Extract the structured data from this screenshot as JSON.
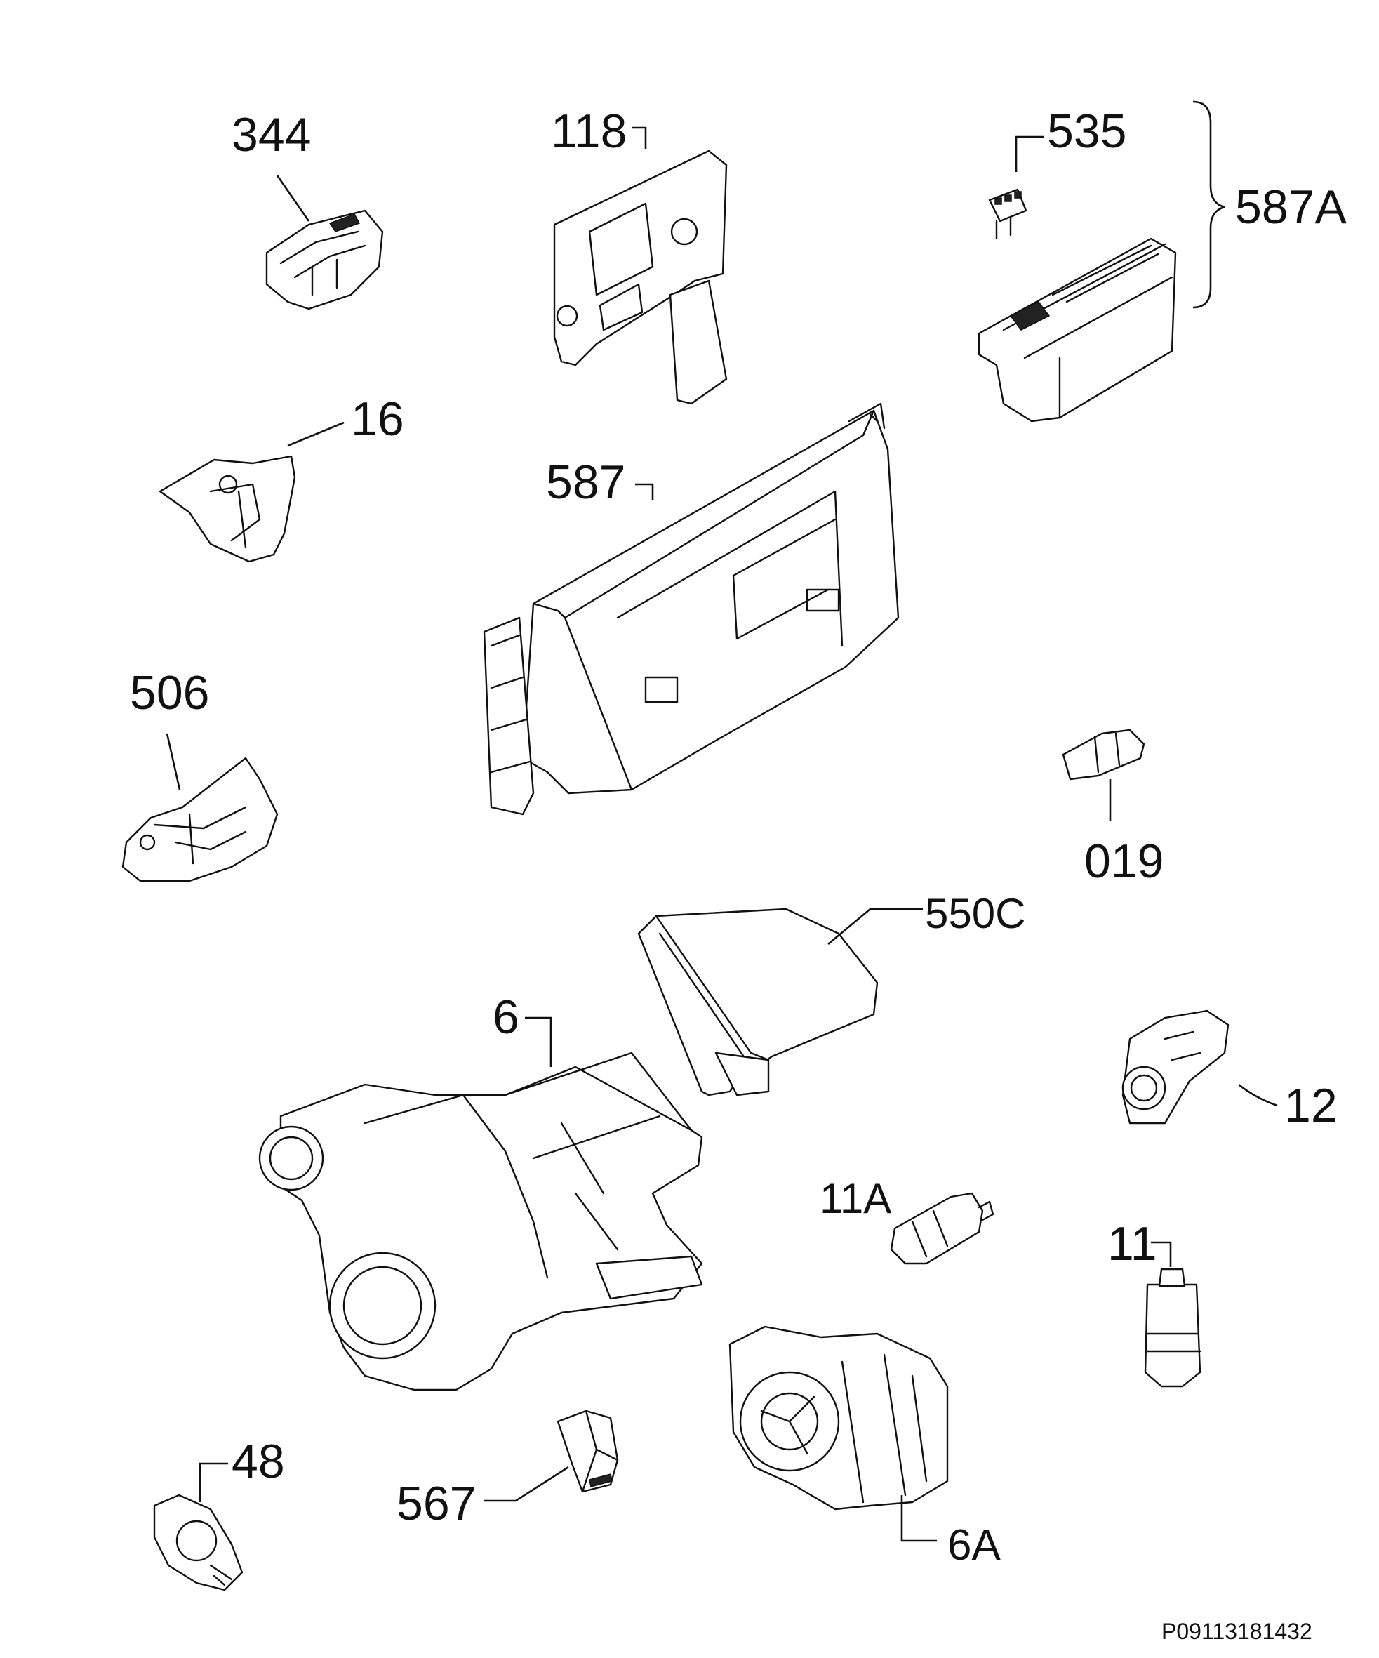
{
  "labels": {
    "p344": "344",
    "p118": "118",
    "p535": "535",
    "p587A": "587A",
    "p16": "16",
    "p587": "587",
    "p506": "506",
    "p019": "019",
    "p550C": "550C",
    "p6": "6",
    "p12": "12",
    "p11A": "11A",
    "p11": "11",
    "p48": "48",
    "p567": "567",
    "p6A": "6A"
  },
  "reference_code": "P09113181432"
}
